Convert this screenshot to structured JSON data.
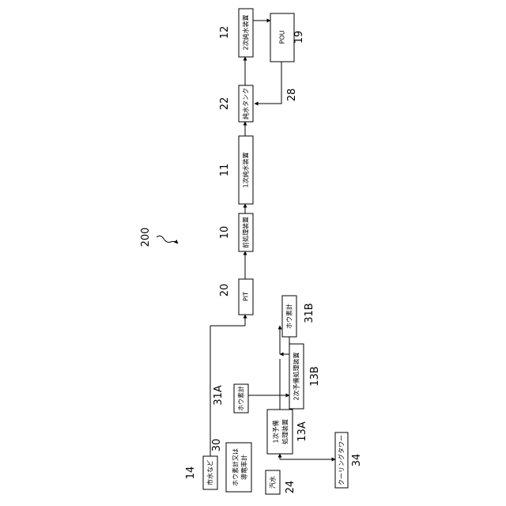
{
  "diagram": {
    "id_label": "200",
    "boxes": [
      {
        "key": "city_water",
        "label": "市水など",
        "number": "14"
      },
      {
        "key": "sensor_30",
        "label": "ホウ素計又は 導電率計",
        "label_line1": "ホウ素計又は",
        "label_line2": "導電率計",
        "number": "30"
      },
      {
        "key": "steam_water",
        "label": "汽水",
        "number": "24"
      },
      {
        "key": "cooling_tower",
        "label": "クーリングタワー",
        "number": "34"
      },
      {
        "key": "boron_31a",
        "label": "ホウ素計",
        "number": "31A"
      },
      {
        "key": "pre_13a",
        "label": "1次予備 処理装置",
        "label_line1": "1次予備",
        "label_line2": "処理装置",
        "number": "13A"
      },
      {
        "key": "pre_13b",
        "label": "2次予備処理装置",
        "number": "13B"
      },
      {
        "key": "boron_31b",
        "label": "ホウ素計",
        "number": "31B"
      },
      {
        "key": "pit",
        "label": "PIT",
        "number": "20"
      },
      {
        "key": "pretreat",
        "label": "前処理装置",
        "number": "10"
      },
      {
        "key": "primary",
        "label": "1次純水装置",
        "number": "11"
      },
      {
        "key": "tank",
        "label": "純水タンク",
        "number": "22"
      },
      {
        "key": "secondary",
        "label": "2次純水装置",
        "number": "12"
      },
      {
        "key": "pou",
        "label": "POU",
        "number": "19"
      }
    ],
    "return_line_number": "28"
  }
}
